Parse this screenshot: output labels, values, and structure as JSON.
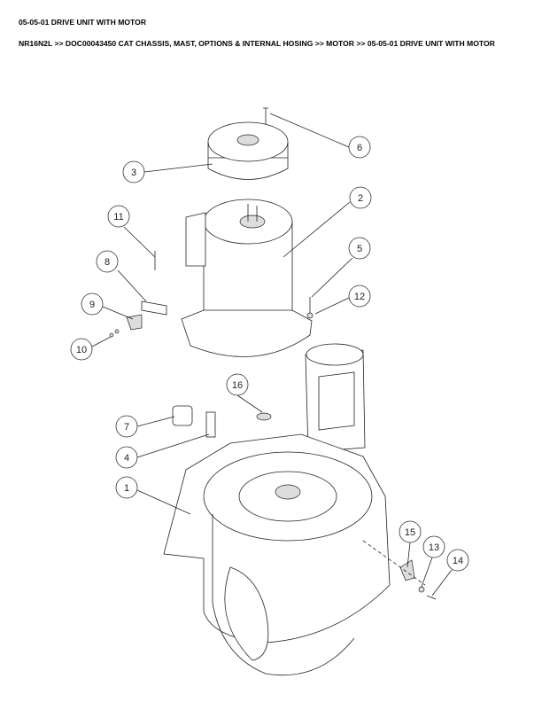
{
  "header": {
    "title": "05-05-01 DRIVE UNIT WITH MOTOR",
    "breadcrumb": "NR16N2L >> DOC00043450 CAT CHASSIS, MAST, OPTIONS & INTERNAL HOSING >> MOTOR >> 05-05-01 DRIVE UNIT WITH MOTOR"
  },
  "callouts": [
    "1",
    "2",
    "3",
    "4",
    "5",
    "6",
    "7",
    "8",
    "9",
    "10",
    "11",
    "12",
    "13",
    "14",
    "15",
    "16"
  ]
}
